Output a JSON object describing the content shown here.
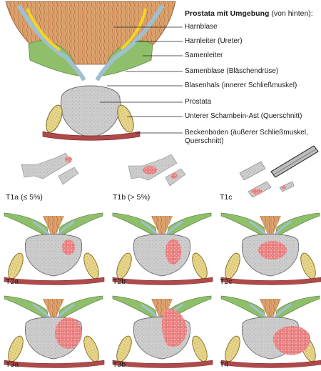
{
  "title_bold": "Prostata mit Umgebung",
  "title_rest": " (von hinten):",
  "labels": [
    "Harnblase",
    "Harnleiter (Ureter)",
    "Samenleiter",
    "Samenblase (Bläschendrüse)",
    "Blasenhals (innerer Schließmuskel)",
    "Prostata",
    "Unterer Schambein-Ast (Querschnitt)",
    "Beckenboden (äußerer Schließmuskel,",
    "Querschnitt)"
  ],
  "stages": {
    "t1a": "T1a (≤ 5%)",
    "t1b": "T1b (> 5%)",
    "t1c": "T1c",
    "t2a": "T2a",
    "t2b": "T2b",
    "t2c": "T2c",
    "t3a": "T3a",
    "t3b": "T3b",
    "t4": "T4"
  },
  "colors": {
    "bladder": "#d9a26f",
    "ureter": "#f2d624",
    "vas": "#9fc0d0",
    "vesicle": "#8fbf6a",
    "prostate": "#c9c9c9",
    "tumor": "#f28a8a",
    "bone": "#d6c46a",
    "floor": "#b04a4a"
  }
}
